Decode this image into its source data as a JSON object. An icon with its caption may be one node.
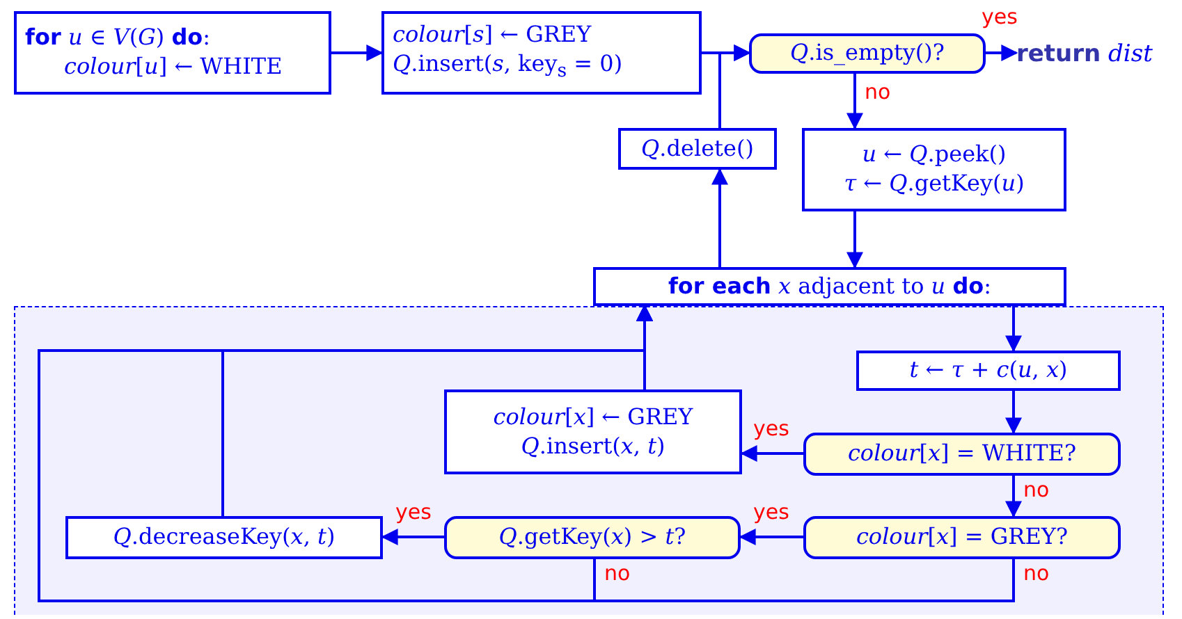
{
  "diagram": {
    "nodes": [
      {
        "text": [
          "**for** *u* ∈ *V*(*G*) **do**:",
          "*colour*[*u*] ← WHITE"
        ]
      },
      {
        "text": [
          "*colour*[*s*] ← GREY",
          "*Q*.insert(*s*, key$_{s}$ = 0)"
        ]
      },
      {
        "text": [
          "*Q*.is_empty()?"
        ]
      },
      {
        "text": [
          "**return** *dist*"
        ]
      },
      {
        "text": [
          "*Q*.delete()"
        ]
      },
      {
        "text": [
          "*u* ← *Q*.peek()",
          "*τ* ← *Q*.getKey(*u*)"
        ]
      },
      {
        "text": [
          "**for each** *x* adjacent to *u* **do**:"
        ]
      },
      {
        "text": [
          "*t* ← *τ* + *c*(*u*, *x*)"
        ]
      },
      {
        "text": [
          "*colour*[*x*] = WHITE?"
        ]
      },
      {
        "text": [
          "*colour*[*x*] ← GREY",
          "*Q*.insert(*x*, *t*)"
        ]
      },
      {
        "text": [
          "*colour*[*x*] = GREY?"
        ]
      },
      {
        "text": [
          "*Q*.getKey(*x*) > *t*?"
        ]
      },
      {
        "text": [
          "*Q*.decreaseKey(*x*, *t*)"
        ]
      }
    ],
    "edges": [
      {
        "from": 0,
        "to": 1,
        "arrow": "to"
      },
      {
        "from": 1,
        "to": 2,
        "arrow": "to"
      },
      {
        "from": 4,
        "to": 2,
        "arrow": "to"
      },
      {
        "from": 2,
        "to": 3,
        "arrow": "to",
        "label": "yes"
      },
      {
        "from": 2,
        "to": 5,
        "arrow": "to",
        "label": "no"
      },
      {
        "from": 5,
        "to": 6,
        "arrow": "to"
      },
      {
        "from": 6,
        "to": 4,
        "arrow": "to"
      },
      {
        "from": 6,
        "to": 7,
        "arrow": "to"
      },
      {
        "from": 7,
        "to": 8,
        "arrow": "to"
      },
      {
        "from": 8,
        "to": 9,
        "arrow": "to",
        "label": "yes"
      },
      {
        "from": 8,
        "to": 10,
        "arrow": "to",
        "label": "no"
      },
      {
        "from": 10,
        "to": 11,
        "arrow": "to",
        "label": "yes"
      },
      {
        "from": 11,
        "to": 12,
        "arrow": "to",
        "label": "yes"
      },
      {
        "from": 9,
        "to": 6,
        "arrow": "to"
      },
      {
        "from": 12,
        "to": 6,
        "arrow": "to"
      },
      {
        "from": 11,
        "to": 6,
        "arrow": "to",
        "label": "no"
      },
      {
        "from": 10,
        "to": 6,
        "arrow": "to",
        "label": "no"
      }
    ]
  }
}
